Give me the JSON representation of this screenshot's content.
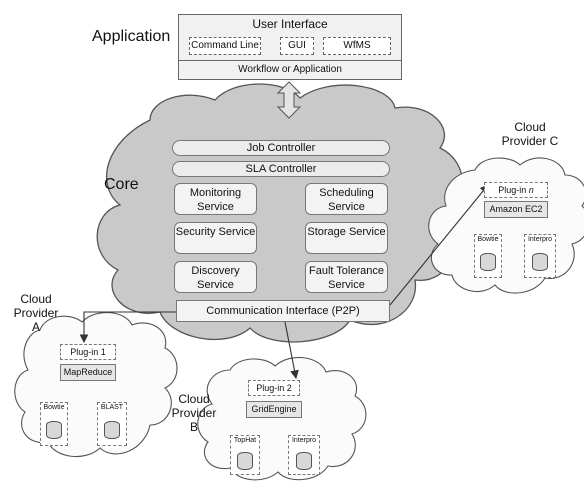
{
  "application": {
    "label": "Application",
    "user_interface": {
      "title": "User Interface",
      "buttons": [
        "Command Line",
        "GUI",
        "WfMS"
      ]
    },
    "workflow": "Workflow or Application"
  },
  "core": {
    "label": "Core",
    "job_controller": "Job Controller",
    "sla_controller": "SLA Controller",
    "services": [
      "Monitoring Service",
      "Scheduling Service",
      "Security Service",
      "Storage Service",
      "Discovery Service",
      "Fault Tolerance Service"
    ],
    "communication": "Communication Interface (P2P)"
  },
  "providers": {
    "a": {
      "label": "Cloud Provider A",
      "plugin": "Plug-in 1",
      "engine": "MapReduce",
      "tools": [
        "Bowtie",
        "BLAST"
      ]
    },
    "b": {
      "label": "Cloud Provider B",
      "plugin": "Plug-in 2",
      "engine": "GridEngine",
      "tools": [
        "TopHat",
        "Interpro"
      ]
    },
    "c": {
      "label": "Cloud Provider C",
      "plugin": "Plug-in n",
      "engine": "Amazon EC2",
      "tools": [
        "Bowtie",
        "Interpro"
      ]
    }
  }
}
